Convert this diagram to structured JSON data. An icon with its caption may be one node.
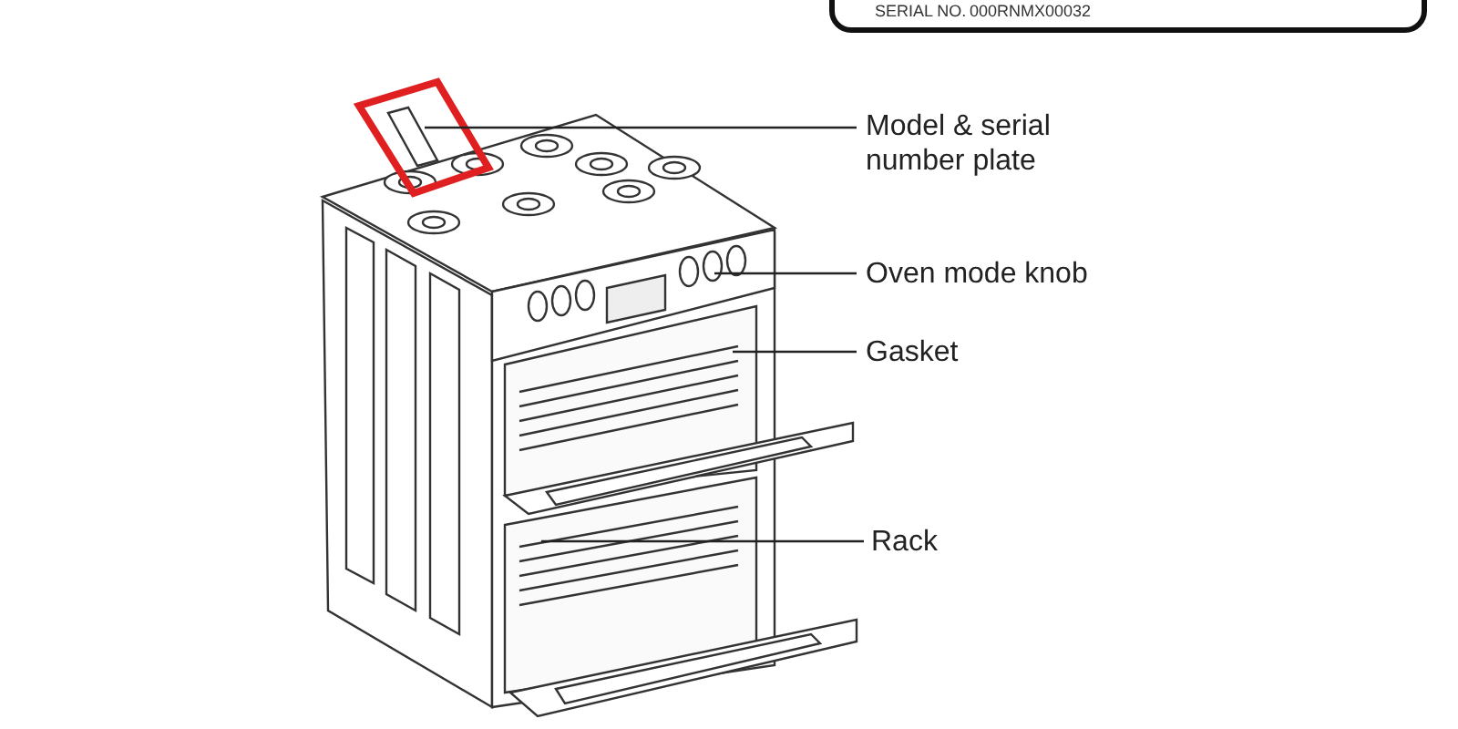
{
  "diagram": {
    "nodes": [
      {
        "text": [
          "Model & serial number plate"
        ]
      },
      {
        "text": [],
        "shape": "box"
      },
      {
        "text": [
          "Oven mode knob"
        ]
      },
      {
        "text": [
          "Gasket"
        ]
      },
      {
        "text": [
          "Rack"
        ]
      },
      {
        "text": [
          "SERIAL NO.",
          "000RNMX00032"
        ]
      }
    ],
    "edges": [
      {
        "from": 0,
        "to": 1,
        "arrow": "none"
      },
      {
        "from": 2,
        "to": null,
        "arrow": "none"
      },
      {
        "from": 3,
        "to": null,
        "arrow": "none"
      },
      {
        "from": 4,
        "to": null,
        "arrow": "none"
      }
    ]
  }
}
